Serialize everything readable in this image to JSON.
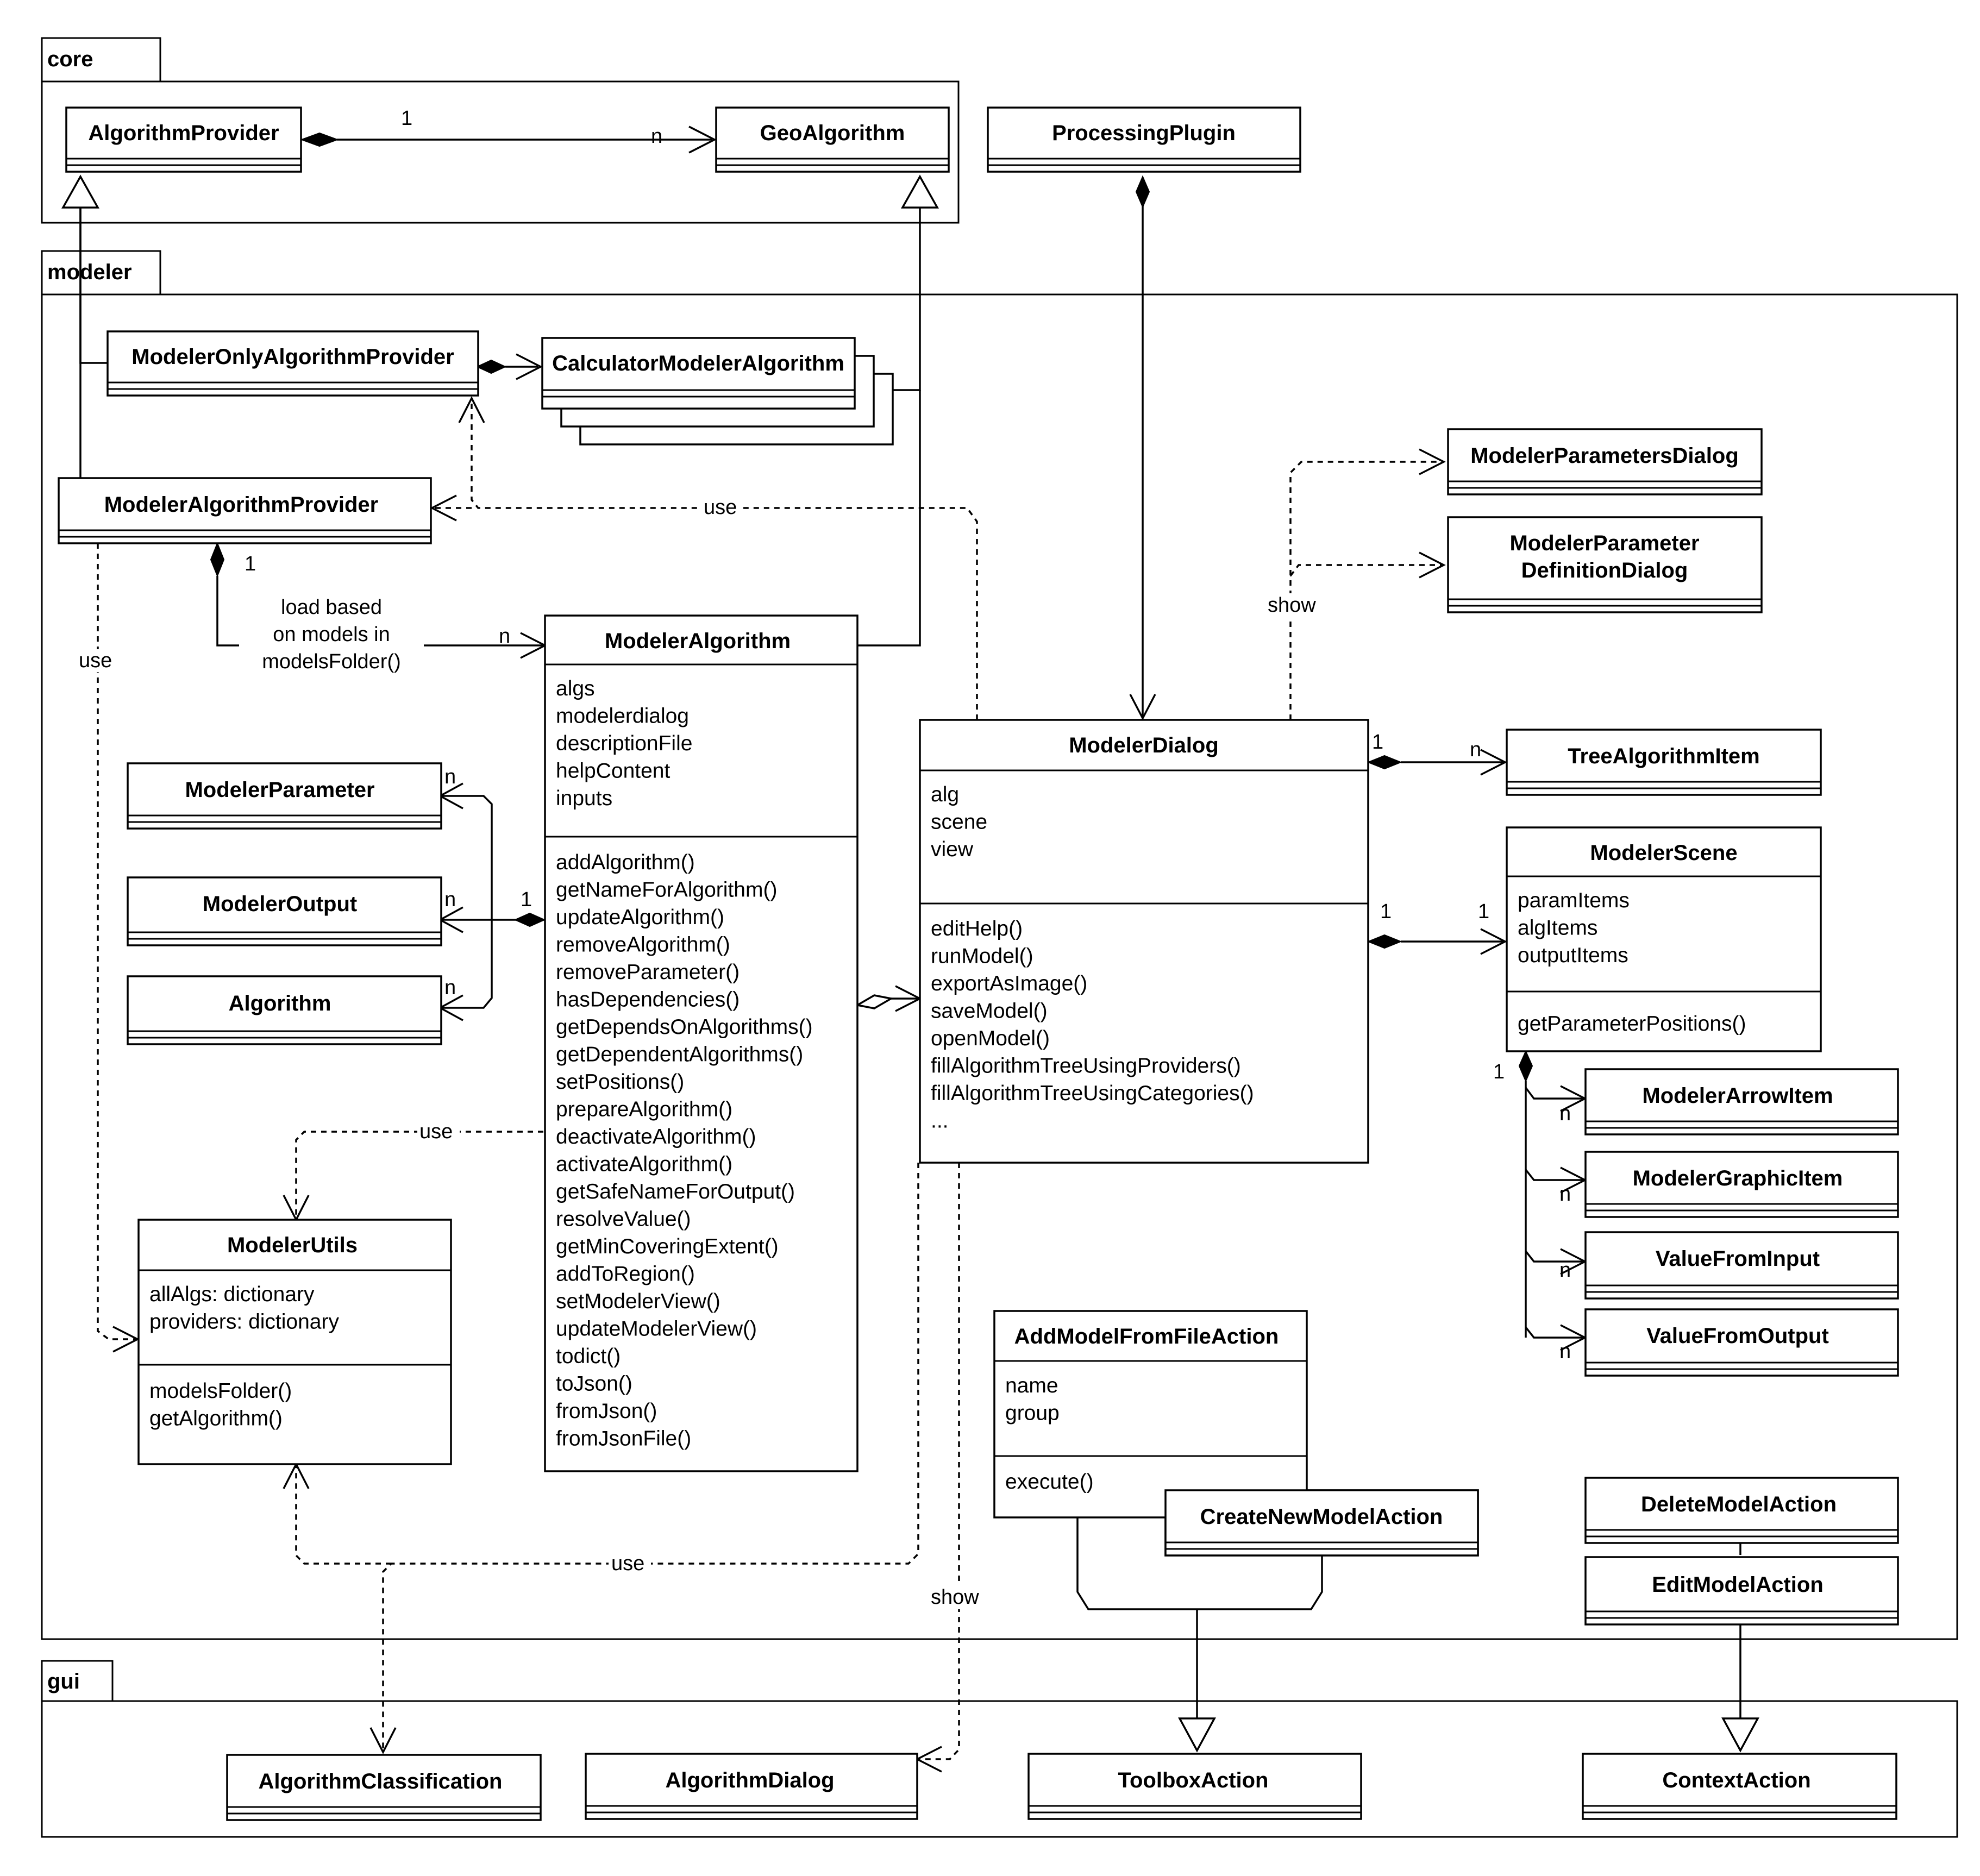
{
  "packages": {
    "core": "core",
    "modeler": "modeler",
    "gui": "gui"
  },
  "classes": {
    "AlgorithmProvider": "AlgorithmProvider",
    "GeoAlgorithm": "GeoAlgorithm",
    "ProcessingPlugin": "ProcessingPlugin",
    "ModelerOnlyAlgorithmProvider": "ModelerOnlyAlgorithmProvider",
    "CalculatorModelerAlgorithm": "CalculatorModelerAlgorithm",
    "ModelerAlgorithmProvider": "ModelerAlgorithmProvider",
    "ModelerParametersDialog": "ModelerParametersDialog",
    "ModelerParameterDefinitionDialog": [
      "ModelerParameter",
      "DefinitionDialog"
    ],
    "ModelerAlgorithm": {
      "name": "ModelerAlgorithm",
      "attributes": [
        "algs",
        "modelerdialog",
        "descriptionFile",
        "helpContent",
        "inputs"
      ],
      "methods": [
        "addAlgorithm()",
        "getNameForAlgorithm()",
        "updateAlgorithm()",
        "removeAlgorithm()",
        "removeParameter()",
        "hasDependencies()",
        "getDependsOnAlgorithms()",
        "getDependentAlgorithms()",
        "setPositions()",
        "prepareAlgorithm()",
        "deactivateAlgorithm()",
        "activateAlgorithm()",
        "getSafeNameForOutput()",
        "resolveValue()",
        "getMinCoveringExtent()",
        "addToRegion()",
        "setModelerView()",
        "updateModelerView()",
        "todict()",
        "toJson()",
        "fromJson()",
        "fromJsonFile()"
      ]
    },
    "ModelerDialog": {
      "name": "ModelerDialog",
      "attributes": [
        "alg",
        "scene",
        "view"
      ],
      "methods": [
        "editHelp()",
        "runModel()",
        "exportAsImage()",
        "saveModel()",
        "openModel()",
        "fillAlgorithmTreeUsingProviders()",
        "fillAlgorithmTreeUsingCategories()",
        "..."
      ]
    },
    "TreeAlgorithmItem": "TreeAlgorithmItem",
    "ModelerScene": {
      "name": "ModelerScene",
      "attributes": [
        "paramItems",
        "algItems",
        "outputItems"
      ],
      "methods": [
        "getParameterPositions()"
      ]
    },
    "ModelerParameter": "ModelerParameter",
    "ModelerOutput": "ModelerOutput",
    "Algorithm": "Algorithm",
    "ModelerUtils": {
      "name": "ModelerUtils",
      "attributes": [
        "allAlgs: dictionary",
        "providers: dictionary"
      ],
      "methods": [
        "modelsFolder()",
        "getAlgorithm()"
      ]
    },
    "ModelerArrowItem": "ModelerArrowItem",
    "ModelerGraphicItem": "ModelerGraphicItem",
    "ValueFromInput": "ValueFromInput",
    "ValueFromOutput": "ValueFromOutput",
    "AddModelFromFileAction": {
      "name": "AddModelFromFileAction",
      "attributes": [
        "name",
        "group"
      ],
      "methods": [
        "execute()"
      ]
    },
    "CreateNewModelAction": "CreateNewModelAction",
    "DeleteModelAction": "DeleteModelAction",
    "EditModelAction": "EditModelAction",
    "AlgorithmClassification": "AlgorithmClassification",
    "AlgorithmDialog": "AlgorithmDialog",
    "ToolboxAction": "ToolboxAction",
    "ContextAction": "ContextAction"
  },
  "labels": {
    "one": "1",
    "n": "n",
    "use": "use",
    "show": "show",
    "load_based_lines": [
      "load  based",
      "on models in",
      "modelsFolder()"
    ]
  }
}
